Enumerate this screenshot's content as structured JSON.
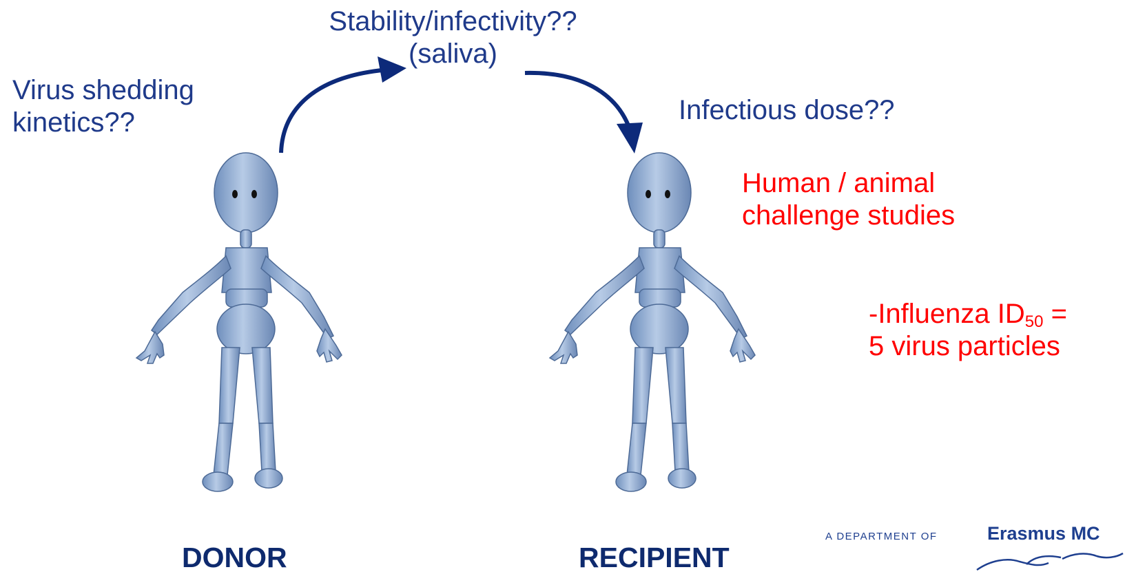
{
  "texts": {
    "stability_line1": "Stability/infectivity??",
    "stability_line2": "(saliva)",
    "shedding_line1": "Virus shedding",
    "shedding_line2": "kinetics??",
    "dose": "Infectious dose??",
    "human_line1": "Human / animal",
    "human_line2": "challenge studies",
    "influenza_prefix": "-Influenza ID",
    "influenza_subscript": "50",
    "influenza_suffix": " =",
    "influenza_line2": "5 virus particles"
  },
  "labels": {
    "donor": "DONOR",
    "recipient": "RECIPIENT"
  },
  "logo": {
    "prefix": "A DEPARTMENT OF",
    "brand": "Erasmus MC"
  },
  "colors": {
    "blue_text": "#1f3a8a",
    "red_text": "#ff0000",
    "arrow": "#0d2a7a",
    "figure": "#8faad0"
  }
}
